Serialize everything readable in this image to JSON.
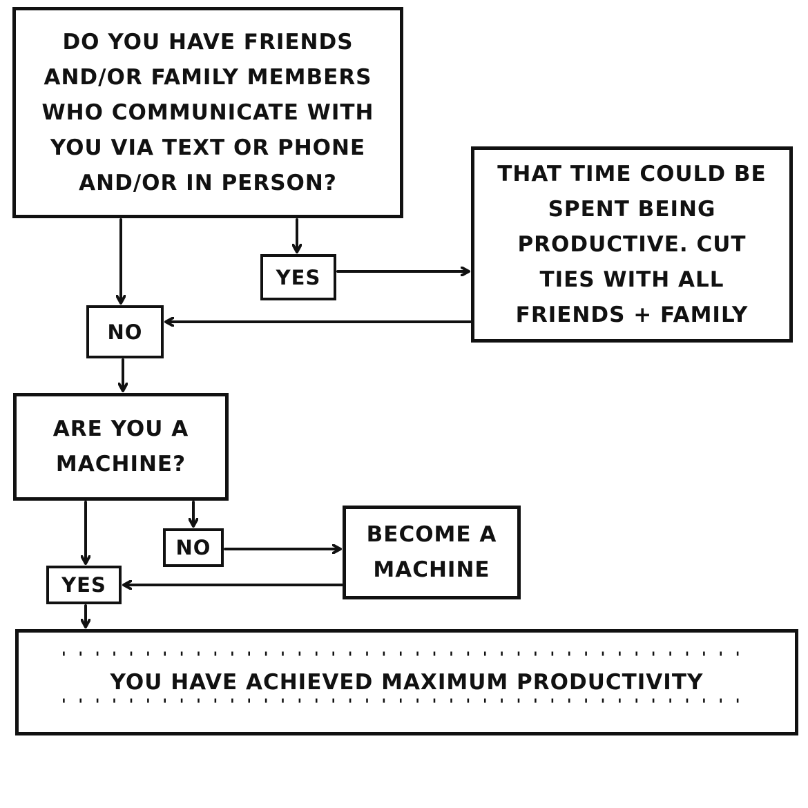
{
  "nodes": {
    "question_1": {
      "lines": [
        "Do you have friends",
        "and/or family members",
        "who communicate with",
        "you via text or phone",
        "and/or in person?"
      ]
    },
    "action_1": {
      "lines": [
        "That time could be",
        "spent being",
        "productive. Cut",
        "ties with all",
        "friends + family"
      ]
    },
    "question_2": {
      "lines": [
        "Are you a",
        "machine?"
      ]
    },
    "action_2": {
      "lines": [
        "Become a",
        "machine"
      ]
    },
    "outcome": {
      "text": "You have achieved maximum productivity",
      "burst_top": "' ' ' ' ' ' ' ' ' ' ' ' ' ' ' ' ' ' ' ' ' ' ' ' ' ' ' ' ' ' ' ' ' ' ' ' ' ' ' ' ' ' ' ' ' ' ' ' ' ' ' ' ' ' ' ' ' '",
      "burst_bottom": "' ' ' ' ' ' ' ' ' ' ' ' ' ' ' ' ' ' ' ' ' ' ' ' ' ' ' ' ' ' ' ' ' ' ' ' ' ' ' ' ' ' ' ' ' ' ' ' ' ' ' ' ' ' ' ' ' '"
    }
  },
  "labels": {
    "q1_yes": "YES",
    "q1_no": "NO",
    "q2_no": "NO",
    "q2_yes": "YES"
  },
  "style": {
    "ink": "#111111",
    "paper": "#ffffff"
  }
}
